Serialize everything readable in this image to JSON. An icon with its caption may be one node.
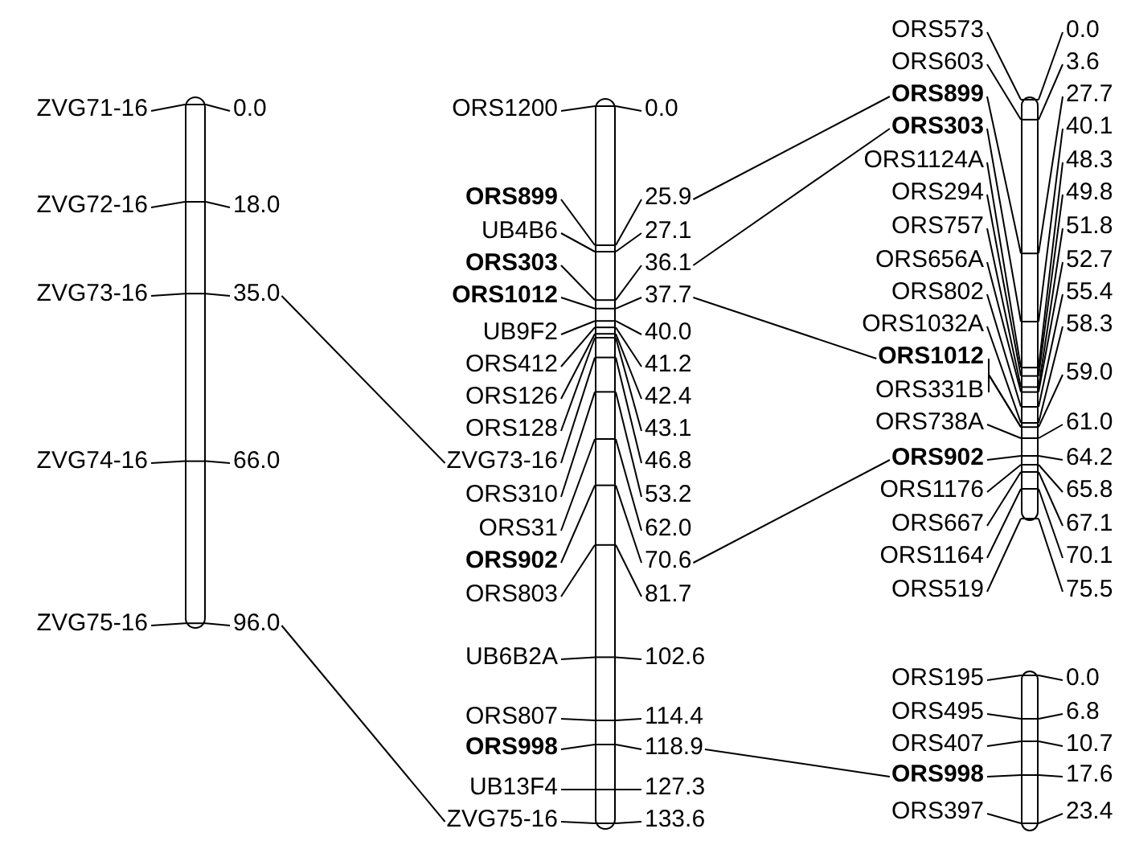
{
  "diagram": {
    "nodes": [
      {
        "text": [],
        "shape": "bar"
      },
      {
        "text": [
          "ZVG71-16"
        ]
      },
      {
        "text": [
          "0.0"
        ]
      },
      {
        "text": [
          "ZVG72-16"
        ]
      },
      {
        "text": [
          "18.0"
        ]
      },
      {
        "text": [
          "ZVG73-16"
        ]
      },
      {
        "text": [
          "35.0"
        ]
      },
      {
        "text": [
          "ZVG74-16"
        ]
      },
      {
        "text": [
          "66.0"
        ]
      },
      {
        "text": [
          "ZVG75-16"
        ]
      },
      {
        "text": [
          "96.0"
        ]
      },
      {
        "text": [],
        "shape": "bar"
      },
      {
        "text": [
          "ORS1200"
        ]
      },
      {
        "text": [
          "0.0"
        ]
      },
      {
        "text": [
          "ORS899"
        ]
      },
      {
        "text": [
          "25.9"
        ]
      },
      {
        "text": [
          "UB4B6"
        ]
      },
      {
        "text": [
          "27.1"
        ]
      },
      {
        "text": [
          "ORS303"
        ]
      },
      {
        "text": [
          "36.1"
        ]
      },
      {
        "text": [
          "ORS1012"
        ]
      },
      {
        "text": [
          "37.7"
        ]
      },
      {
        "text": [
          "UB9F2"
        ]
      },
      {
        "text": [
          "40.0"
        ]
      },
      {
        "text": [
          "ORS412"
        ]
      },
      {
        "text": [
          "41.2"
        ]
      },
      {
        "text": [
          "ORS126"
        ]
      },
      {
        "text": [
          "42.4"
        ]
      },
      {
        "text": [
          "ORS128"
        ]
      },
      {
        "text": [
          "43.1"
        ]
      },
      {
        "text": [
          "ZVG73-16"
        ]
      },
      {
        "text": [
          "46.8"
        ]
      },
      {
        "text": [
          "ORS310"
        ]
      },
      {
        "text": [
          "53.2"
        ]
      },
      {
        "text": [
          "ORS31"
        ]
      },
      {
        "text": [
          "62.0"
        ]
      },
      {
        "text": [
          "ORS902"
        ]
      },
      {
        "text": [
          "70.6"
        ]
      },
      {
        "text": [
          "ORS803"
        ]
      },
      {
        "text": [
          "81.7"
        ]
      },
      {
        "text": [
          "UB6B2A"
        ]
      },
      {
        "text": [
          "102.6"
        ]
      },
      {
        "text": [
          "ORS807"
        ]
      },
      {
        "text": [
          "114.4"
        ]
      },
      {
        "text": [
          "ORS998"
        ]
      },
      {
        "text": [
          "118.9"
        ]
      },
      {
        "text": [
          "UB13F4"
        ]
      },
      {
        "text": [
          "127.3"
        ]
      },
      {
        "text": [
          "ZVG75-16"
        ]
      },
      {
        "text": [
          "133.6"
        ]
      },
      {
        "text": [],
        "shape": "bar"
      },
      {
        "text": [
          "ORS573"
        ]
      },
      {
        "text": [
          "0.0"
        ]
      },
      {
        "text": [
          "ORS603"
        ]
      },
      {
        "text": [
          "3.6"
        ]
      },
      {
        "text": [
          "ORS899"
        ]
      },
      {
        "text": [
          "27.7"
        ]
      },
      {
        "text": [
          "ORS303"
        ]
      },
      {
        "text": [
          "40.1"
        ]
      },
      {
        "text": [
          "ORS1124A"
        ]
      },
      {
        "text": [
          "48.3"
        ]
      },
      {
        "text": [
          "ORS294"
        ]
      },
      {
        "text": [
          "49.8"
        ]
      },
      {
        "text": [
          "ORS757"
        ]
      },
      {
        "text": [
          "51.8"
        ]
      },
      {
        "text": [
          "ORS656A"
        ]
      },
      {
        "text": [
          "52.7"
        ]
      },
      {
        "text": [
          "ORS802"
        ]
      },
      {
        "text": [
          "55.4"
        ]
      },
      {
        "text": [
          "ORS1032A"
        ]
      },
      {
        "text": [
          "58.3"
        ]
      },
      {
        "text": [
          "ORS1012"
        ]
      },
      {
        "text": [
          "59.0"
        ]
      },
      {
        "text": [
          "ORS331B"
        ]
      },
      {
        "text": [
          "ORS738A"
        ]
      },
      {
        "text": [
          "61.0"
        ]
      },
      {
        "text": [
          "ORS902"
        ]
      },
      {
        "text": [
          "64.2"
        ]
      },
      {
        "text": [
          "ORS1176"
        ]
      },
      {
        "text": [
          "65.8"
        ]
      },
      {
        "text": [
          "ORS667"
        ]
      },
      {
        "text": [
          "67.1"
        ]
      },
      {
        "text": [
          "ORS1164"
        ]
      },
      {
        "text": [
          "70.1"
        ]
      },
      {
        "text": [
          "ORS519"
        ]
      },
      {
        "text": [
          "75.5"
        ]
      },
      {
        "text": [],
        "shape": "bar"
      },
      {
        "text": [
          "ORS195"
        ]
      },
      {
        "text": [
          "0.0"
        ]
      },
      {
        "text": [
          "ORS495"
        ]
      },
      {
        "text": [
          "6.8"
        ]
      },
      {
        "text": [
          "ORS407"
        ]
      },
      {
        "text": [
          "10.7"
        ]
      },
      {
        "text": [
          "ORS998"
        ]
      },
      {
        "text": [
          "17.6"
        ]
      },
      {
        "text": [
          "ORS397"
        ]
      },
      {
        "text": [
          "23.4"
        ]
      }
    ],
    "edges": [
      {
        "from": 1,
        "to": 0,
        "arrow": "none"
      },
      {
        "from": 0,
        "to": 2,
        "arrow": "none"
      },
      {
        "from": 3,
        "to": 0,
        "arrow": "none"
      },
      {
        "from": 0,
        "to": 4,
        "arrow": "none"
      },
      {
        "from": 5,
        "to": 0,
        "arrow": "none"
      },
      {
        "from": 0,
        "to": 6,
        "arrow": "none"
      },
      {
        "from": 7,
        "to": 0,
        "arrow": "none"
      },
      {
        "from": 0,
        "to": 8,
        "arrow": "none"
      },
      {
        "from": 9,
        "to": 0,
        "arrow": "none"
      },
      {
        "from": 0,
        "to": 10,
        "arrow": "none"
      },
      {
        "from": 12,
        "to": 11,
        "arrow": "none"
      },
      {
        "from": 11,
        "to": 13,
        "arrow": "none"
      },
      {
        "from": 14,
        "to": 11,
        "arrow": "none"
      },
      {
        "from": 11,
        "to": 15,
        "arrow": "none"
      },
      {
        "from": 16,
        "to": 11,
        "arrow": "none"
      },
      {
        "from": 11,
        "to": 17,
        "arrow": "none"
      },
      {
        "from": 18,
        "to": 11,
        "arrow": "none"
      },
      {
        "from": 11,
        "to": 19,
        "arrow": "none"
      },
      {
        "from": 20,
        "to": 11,
        "arrow": "none"
      },
      {
        "from": 11,
        "to": 21,
        "arrow": "none"
      },
      {
        "from": 22,
        "to": 11,
        "arrow": "none"
      },
      {
        "from": 11,
        "to": 23,
        "arrow": "none"
      },
      {
        "from": 24,
        "to": 11,
        "arrow": "none"
      },
      {
        "from": 11,
        "to": 25,
        "arrow": "none"
      },
      {
        "from": 26,
        "to": 11,
        "arrow": "none"
      },
      {
        "from": 11,
        "to": 27,
        "arrow": "none"
      },
      {
        "from": 28,
        "to": 11,
        "arrow": "none"
      },
      {
        "from": 11,
        "to": 29,
        "arrow": "none"
      },
      {
        "from": 30,
        "to": 11,
        "arrow": "none"
      },
      {
        "from": 11,
        "to": 31,
        "arrow": "none"
      },
      {
        "from": 32,
        "to": 11,
        "arrow": "none"
      },
      {
        "from": 11,
        "to": 33,
        "arrow": "none"
      },
      {
        "from": 34,
        "to": 11,
        "arrow": "none"
      },
      {
        "from": 11,
        "to": 35,
        "arrow": "none"
      },
      {
        "from": 36,
        "to": 11,
        "arrow": "none"
      },
      {
        "from": 11,
        "to": 37,
        "arrow": "none"
      },
      {
        "from": 38,
        "to": 11,
        "arrow": "none"
      },
      {
        "from": 11,
        "to": 39,
        "arrow": "none"
      },
      {
        "from": 40,
        "to": 11,
        "arrow": "none"
      },
      {
        "from": 11,
        "to": 41,
        "arrow": "none"
      },
      {
        "from": 42,
        "to": 11,
        "arrow": "none"
      },
      {
        "from": 11,
        "to": 43,
        "arrow": "none"
      },
      {
        "from": 44,
        "to": 11,
        "arrow": "none"
      },
      {
        "from": 11,
        "to": 45,
        "arrow": "none"
      },
      {
        "from": 46,
        "to": 11,
        "arrow": "none"
      },
      {
        "from": 11,
        "to": 47,
        "arrow": "none"
      },
      {
        "from": 48,
        "to": 11,
        "arrow": "none"
      },
      {
        "from": 11,
        "to": 49,
        "arrow": "none"
      },
      {
        "from": 51,
        "to": 50,
        "arrow": "none"
      },
      {
        "from": 50,
        "to": 52,
        "arrow": "none"
      },
      {
        "from": 53,
        "to": 50,
        "arrow": "none"
      },
      {
        "from": 50,
        "to": 54,
        "arrow": "none"
      },
      {
        "from": 55,
        "to": 50,
        "arrow": "none"
      },
      {
        "from": 50,
        "to": 56,
        "arrow": "none"
      },
      {
        "from": 57,
        "to": 50,
        "arrow": "none"
      },
      {
        "from": 50,
        "to": 58,
        "arrow": "none"
      },
      {
        "from": 59,
        "to": 50,
        "arrow": "none"
      },
      {
        "from": 50,
        "to": 60,
        "arrow": "none"
      },
      {
        "from": 61,
        "to": 50,
        "arrow": "none"
      },
      {
        "from": 50,
        "to": 62,
        "arrow": "none"
      },
      {
        "from": 63,
        "to": 50,
        "arrow": "none"
      },
      {
        "from": 50,
        "to": 64,
        "arrow": "none"
      },
      {
        "from": 65,
        "to": 50,
        "arrow": "none"
      },
      {
        "from": 50,
        "to": 66,
        "arrow": "none"
      },
      {
        "from": 67,
        "to": 50,
        "arrow": "none"
      },
      {
        "from": 50,
        "to": 68,
        "arrow": "none"
      },
      {
        "from": 69,
        "to": 50,
        "arrow": "none"
      },
      {
        "from": 50,
        "to": 70,
        "arrow": "none"
      },
      {
        "from": 71,
        "to": 50,
        "arrow": "none"
      },
      {
        "from": 73,
        "to": 50,
        "arrow": "none"
      },
      {
        "from": 50,
        "to": 72,
        "arrow": "none"
      },
      {
        "from": 74,
        "to": 50,
        "arrow": "none"
      },
      {
        "from": 50,
        "to": 75,
        "arrow": "none"
      },
      {
        "from": 76,
        "to": 50,
        "arrow": "none"
      },
      {
        "from": 50,
        "to": 77,
        "arrow": "none"
      },
      {
        "from": 78,
        "to": 50,
        "arrow": "none"
      },
      {
        "from": 50,
        "to": 79,
        "arrow": "none"
      },
      {
        "from": 80,
        "to": 50,
        "arrow": "none"
      },
      {
        "from": 50,
        "to": 81,
        "arrow": "none"
      },
      {
        "from": 82,
        "to": 50,
        "arrow": "none"
      },
      {
        "from": 50,
        "to": 83,
        "arrow": "none"
      },
      {
        "from": 84,
        "to": 50,
        "arrow": "none"
      },
      {
        "from": 50,
        "to": 85,
        "arrow": "none"
      },
      {
        "from": 87,
        "to": 86,
        "arrow": "none"
      },
      {
        "from": 86,
        "to": 88,
        "arrow": "none"
      },
      {
        "from": 89,
        "to": 86,
        "arrow": "none"
      },
      {
        "from": 86,
        "to": 90,
        "arrow": "none"
      },
      {
        "from": 91,
        "to": 86,
        "arrow": "none"
      },
      {
        "from": 86,
        "to": 92,
        "arrow": "none"
      },
      {
        "from": 93,
        "to": 86,
        "arrow": "none"
      },
      {
        "from": 86,
        "to": 94,
        "arrow": "none"
      },
      {
        "from": 95,
        "to": 86,
        "arrow": "none"
      },
      {
        "from": 86,
        "to": 96,
        "arrow": "none"
      },
      {
        "from": 6,
        "to": 30,
        "arrow": "none"
      },
      {
        "from": 10,
        "to": 48,
        "arrow": "none"
      },
      {
        "from": 15,
        "to": 55,
        "arrow": "none"
      },
      {
        "from": 19,
        "to": 57,
        "arrow": "none"
      },
      {
        "from": 21,
        "to": 71,
        "arrow": "none"
      },
      {
        "from": 37,
        "to": 76,
        "arrow": "none"
      },
      {
        "from": 45,
        "to": 93,
        "arrow": "none"
      }
    ]
  }
}
